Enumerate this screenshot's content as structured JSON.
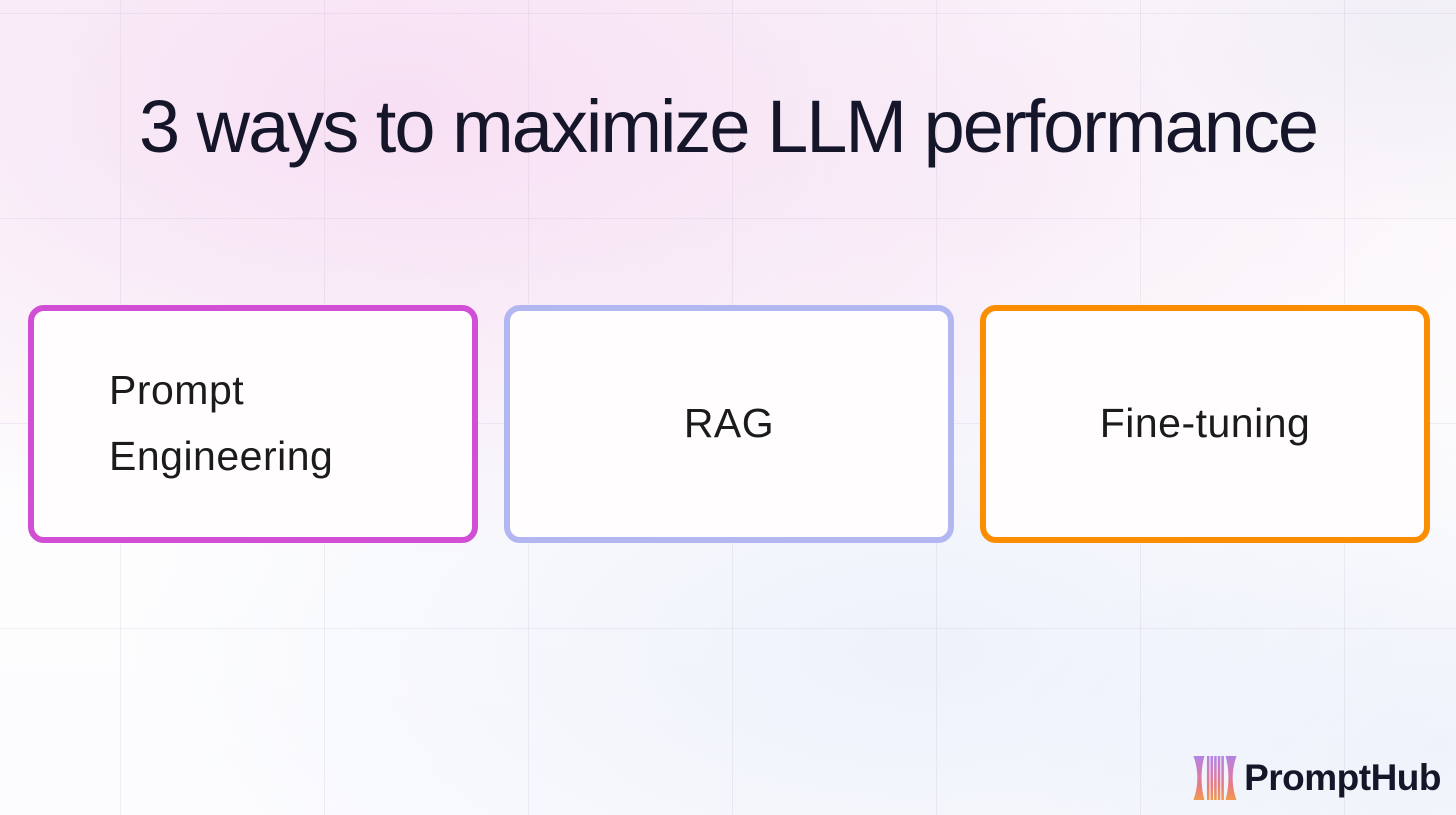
{
  "slide": {
    "title": "3 ways to maximize LLM performance"
  },
  "cards": [
    {
      "label": "Prompt Engineering",
      "border_color": "#d04fd5"
    },
    {
      "label": "RAG",
      "border_color": "#b2b7f2"
    },
    {
      "label": "Fine-tuning",
      "border_color": "#fb8d00"
    }
  ],
  "logo": {
    "text": "PromptHub",
    "icon": "prompthub-curtain-stripes-icon",
    "icon_gradient": {
      "top": "#b285e5",
      "upper_middle": "#d67bb0",
      "lower_middle": "#e87b82",
      "bottom": "#f09a4e"
    }
  },
  "colors": {
    "title_text": "#16162b",
    "card_text": "#1b1b1b",
    "card_background": "#fffdfe",
    "logo_text": "#16162b",
    "background_pink_tint": "#f8eef8",
    "background_blue_tint": "#f2f3fa"
  }
}
